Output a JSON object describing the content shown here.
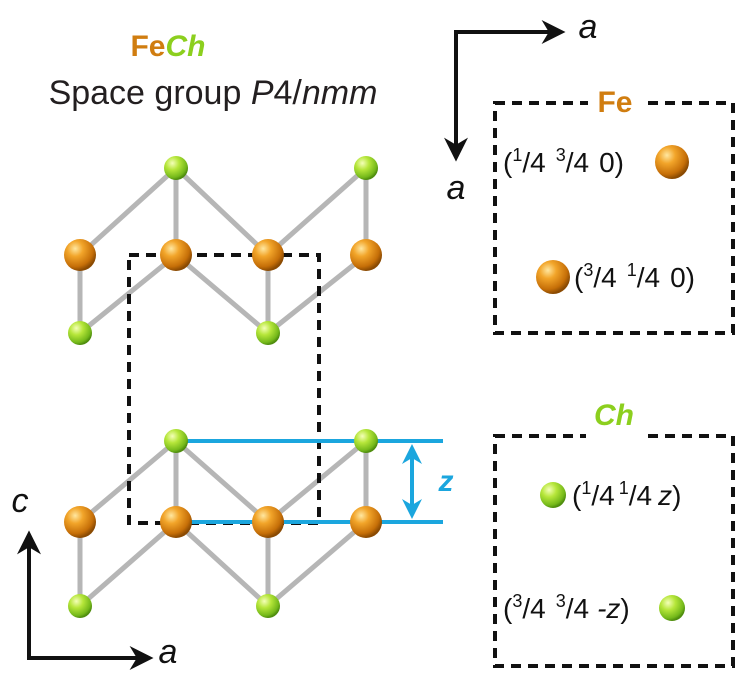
{
  "title": {
    "fe": "Fe",
    "ch": "Ch",
    "space_group_prefix": "Space group ",
    "space_group_italic_1": "P",
    "space_group_plain": "4/",
    "space_group_italic_2": "nmm"
  },
  "axes": {
    "top_right_horizontal": "a",
    "top_right_vertical": "a",
    "bottom_left_vertical": "c",
    "bottom_left_horizontal": "a",
    "height_param": "z"
  },
  "fe_panel": {
    "title": "Fe",
    "positions": [
      {
        "open": "(",
        "n1": "1",
        "d1": "4",
        "n2": "3",
        "d2": "4",
        "z": "0",
        "close": ")"
      },
      {
        "open": "(",
        "n1": "3",
        "d1": "4",
        "n2": "1",
        "d2": "4",
        "z": "0",
        "close": ")"
      }
    ]
  },
  "ch_panel": {
    "title": "Ch",
    "positions": [
      {
        "open": "(",
        "n1": "1",
        "d1": "4",
        "n2": "1",
        "d2": "4",
        "z": "z",
        "close": ")"
      },
      {
        "open": "(",
        "n1": "3",
        "d1": "4",
        "n2": "3",
        "d2": "4",
        "z": "-z",
        "close": ")"
      }
    ]
  },
  "colors": {
    "fe": "#d07d10",
    "ch": "#8ccf1e",
    "z_marker": "#1ba6de",
    "bond": "#b8b8b8",
    "frame": "#111111"
  }
}
